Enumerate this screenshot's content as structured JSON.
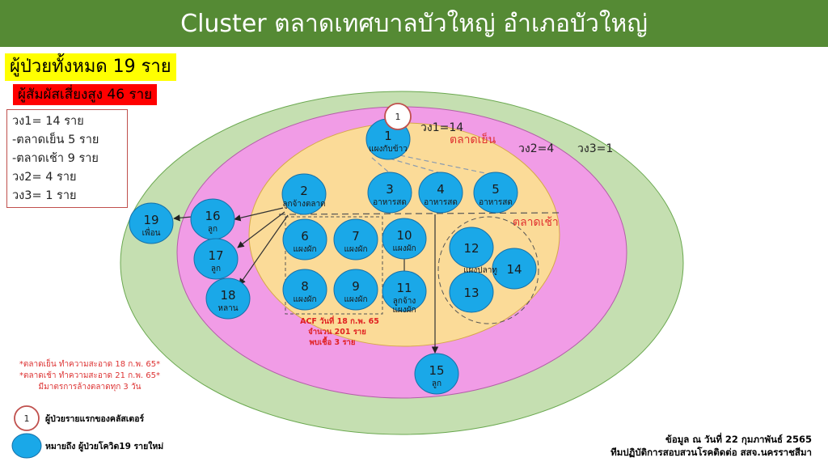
{
  "title": "Cluster ตลาดเทศบาลบัวใหญ่ อำเภอบัวใหญ่",
  "total_patients": "ผู้ป่วยทั้งหมด 19 ราย",
  "high_risk_contacts": "ผู้สัมผัสเสี่ยงสูง 46 ราย",
  "summary": [
    "วง1= 14 ราย",
    "-ตลาดเย็น 5 ราย",
    "-ตลาดเช้า 9 ราย",
    "วง2= 4 ราย",
    "วง3= 1 ราย"
  ],
  "ring_labels": {
    "ring1": "วง1=14",
    "ring2": "วง2=4",
    "ring3": "วง3=1"
  },
  "zones": {
    "evening_market": "ตลาดเย็น",
    "morning_market": "ตลาดเช้า"
  },
  "index_marker": "1",
  "nodes": [
    {
      "id": "1",
      "label": "แผงกับข้าว"
    },
    {
      "id": "2",
      "label": "ลูกจ้างตลาด"
    },
    {
      "id": "3",
      "label": "อาหารสด"
    },
    {
      "id": "4",
      "label": "อาหารสด"
    },
    {
      "id": "5",
      "label": "อาหารสด"
    },
    {
      "id": "6",
      "label": "แผงผัก"
    },
    {
      "id": "7",
      "label": "แผงผัก"
    },
    {
      "id": "8",
      "label": "แผงผัก"
    },
    {
      "id": "9",
      "label": "แผงผัก"
    },
    {
      "id": "10",
      "label": "แผงผัก"
    },
    {
      "id": "11",
      "label": "ลูกจ้าง\nแผงผัก"
    },
    {
      "id": "12",
      "label": ""
    },
    {
      "id": "13",
      "label": ""
    },
    {
      "id": "14",
      "label": ""
    },
    {
      "id": "15",
      "label": "ลูก"
    },
    {
      "id": "16",
      "label": "ลูก"
    },
    {
      "id": "17",
      "label": "ลูก"
    },
    {
      "id": "18",
      "label": "หลาน"
    },
    {
      "id": "19",
      "label": "เพื่อน"
    }
  ],
  "fish_stall_label": "แผงปลาทู",
  "acf_note": [
    "ACF วันที่ 18 ก.พ. 65",
    "จำนวน 201 ราย",
    "พบเชื้อ 3 ราย"
  ],
  "cleaning_notes": [
    "*ตลาดเย็น ทำความสะอาด 18 ก.พ. 65*",
    "*ตลาดเช้า ทำความสะอาด 21 ก.พ. 65*",
    "มีมาตรการล้างตลาดทุก 3 วัน"
  ],
  "legend": {
    "index_marker": "1",
    "index_label": "ผู้ป่วยรายแรกของคลัสเตอร์",
    "case_label": "หมายถึง ผู้ป่วยโควิด19 รายใหม่"
  },
  "source": [
    "ข้อมูล ณ วันที่ 22 กุมภาพันธ์ 2565",
    "ทีมปฏิบัติการสอบสวนโรคติดต่อ สสจ.นครราชสีมา"
  ],
  "colors": {
    "header": "#558a34",
    "ring3": "#c5dfb1",
    "ring2": "#f19ce6",
    "ring1": "#fbdb98",
    "case": "#1aa8e8",
    "index_border": "#c0504d"
  }
}
